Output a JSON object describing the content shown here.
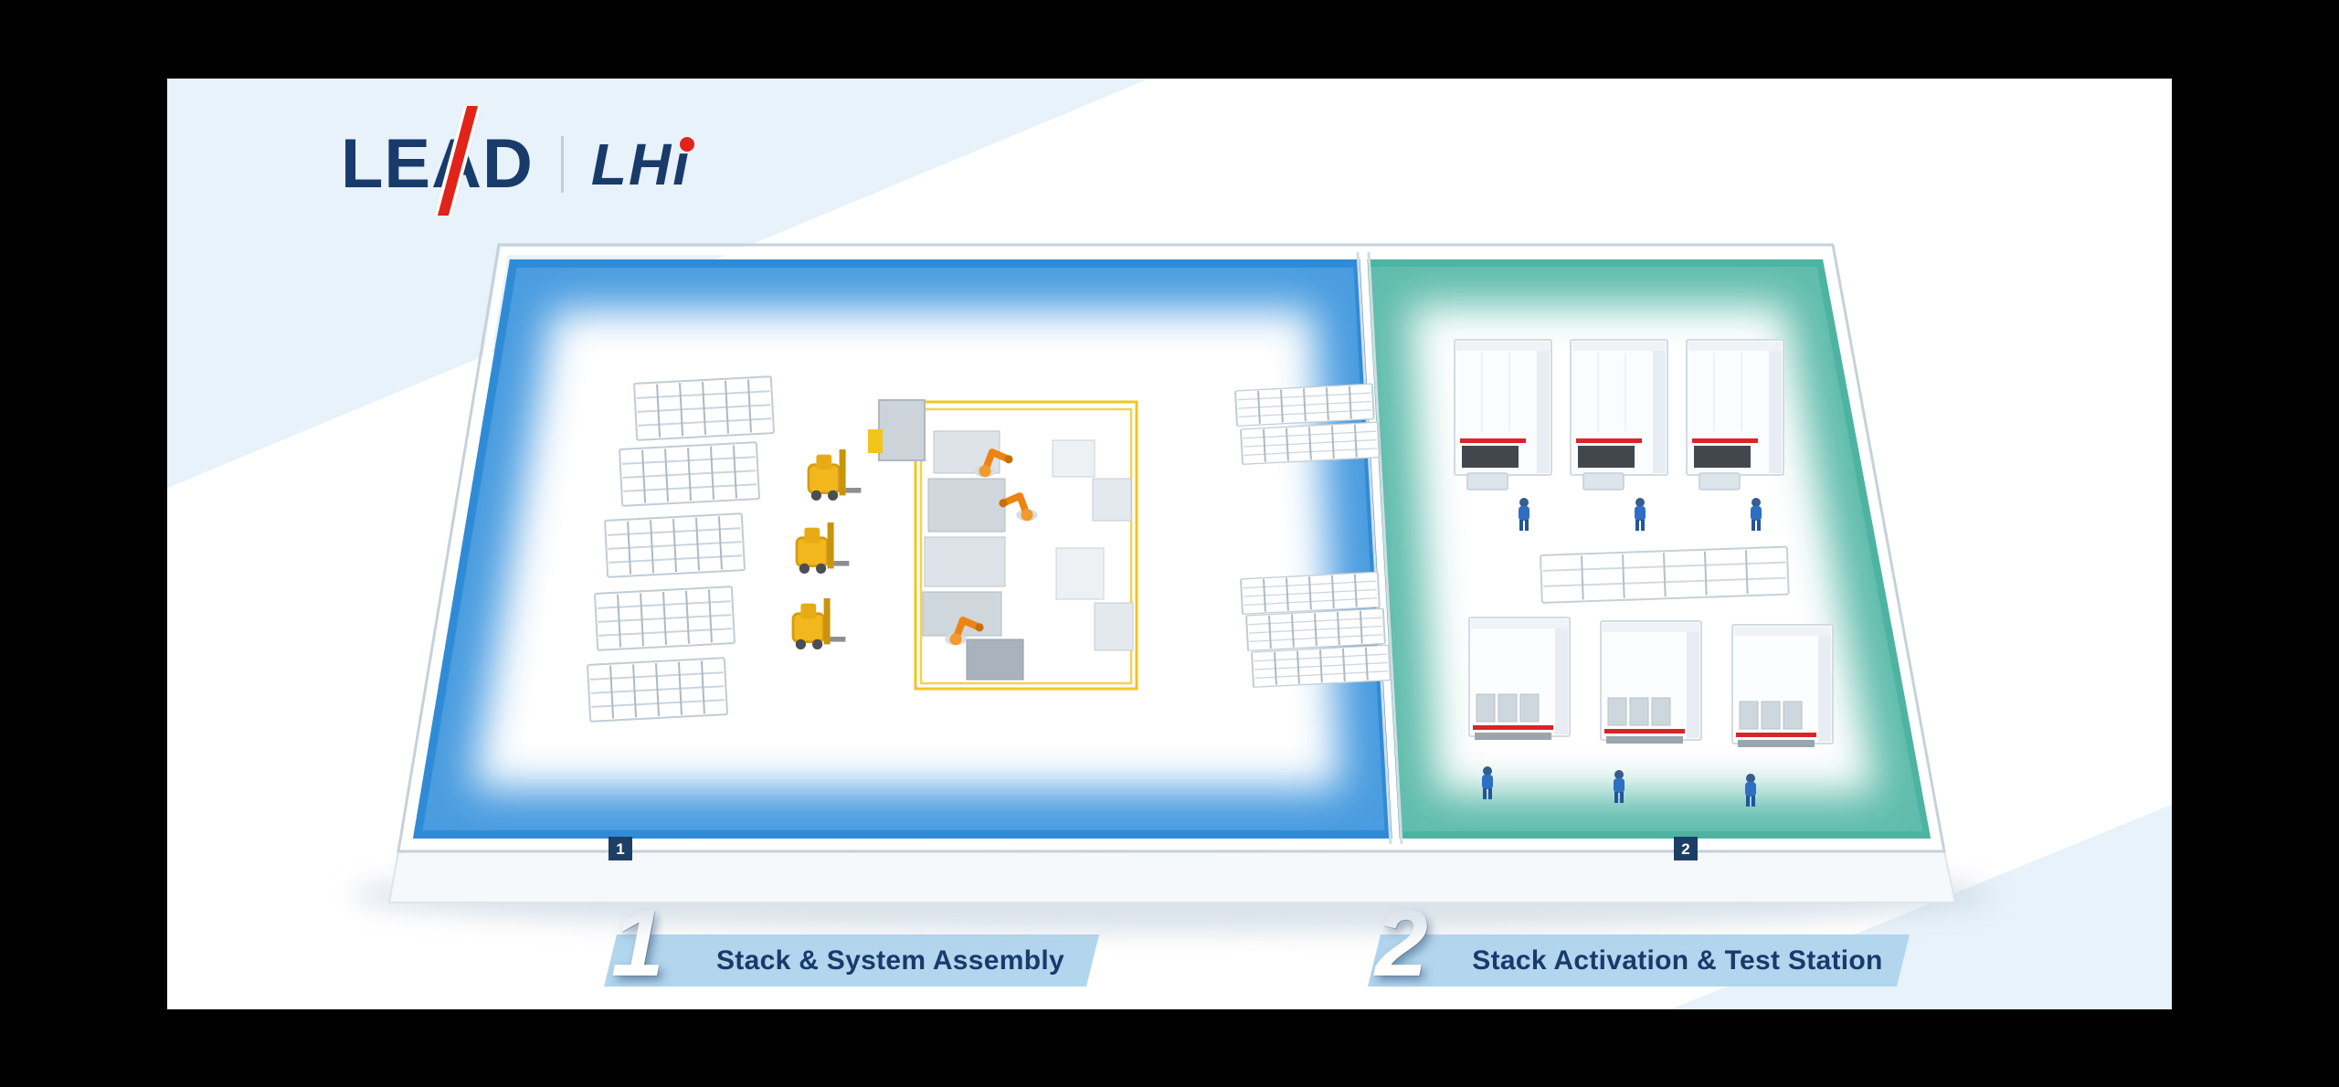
{
  "colors": {
    "frame_bg": "#000000",
    "panel_bg": "#ffffff",
    "accent_wedge": "#e7f2fa",
    "brand_navy": "#183b6b",
    "brand_red": "#e2231a",
    "legend_bar": "#b2d6ee",
    "zone1_glow": "#3f97de",
    "zone2_glow": "#58b9a8",
    "fence_yellow": "#f2c51d",
    "robot_orange": "#ed8412",
    "forklift_yellow": "#f3b71e",
    "worker_blue": "#2e6fc4",
    "chamber_red_stripe": "#d8242b"
  },
  "logo": {
    "primary": "LEAD",
    "secondary": "LHi"
  },
  "floor": {
    "zone1_tag": "1",
    "zone2_tag": "2"
  },
  "legend": {
    "items": [
      {
        "number": "1",
        "label": "Stack & System Assembly"
      },
      {
        "number": "2",
        "label": "Stack Activation & Test Station"
      }
    ]
  }
}
